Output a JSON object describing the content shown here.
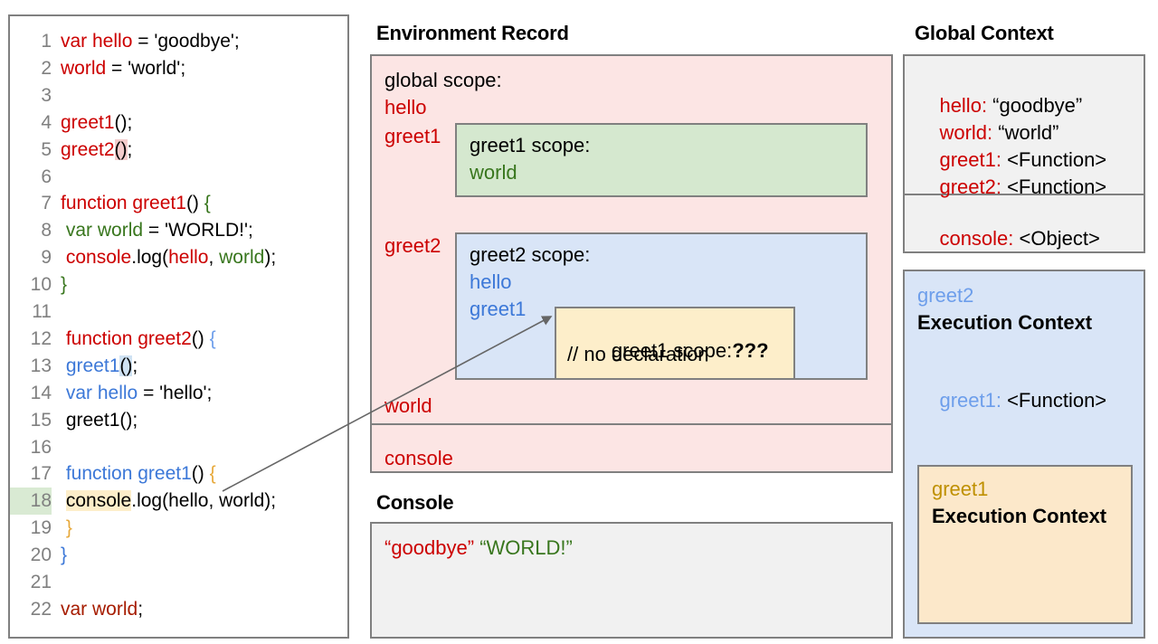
{
  "code_panel": {
    "lines": [
      {
        "n": "1",
        "tokens": [
          {
            "t": "var hello",
            "c": "red"
          },
          {
            "t": " = 'goodbye';",
            "c": "black"
          }
        ]
      },
      {
        "n": "2",
        "tokens": [
          {
            "t": "world",
            "c": "red"
          },
          {
            "t": " = 'world';",
            "c": "black"
          }
        ]
      },
      {
        "n": "3",
        "tokens": []
      },
      {
        "n": "4",
        "tokens": [
          {
            "t": "greet1",
            "c": "red"
          },
          {
            "t": "();",
            "c": "black"
          }
        ]
      },
      {
        "n": "5",
        "tokens": [
          {
            "t": "greet2",
            "c": "red"
          },
          {
            "t": "()",
            "c": "black",
            "hl": "pink"
          },
          {
            "t": ";",
            "c": "black"
          }
        ]
      },
      {
        "n": "6",
        "tokens": []
      },
      {
        "n": "7",
        "tokens": [
          {
            "t": "function greet1",
            "c": "red"
          },
          {
            "t": "() ",
            "c": "black"
          },
          {
            "t": "{",
            "c": "green"
          }
        ]
      },
      {
        "n": "8",
        "tokens": [
          {
            "t": " ",
            "c": "black"
          },
          {
            "t": "var world",
            "c": "green"
          },
          {
            "t": " = 'WORLD!';",
            "c": "black"
          }
        ]
      },
      {
        "n": "9",
        "tokens": [
          {
            "t": " ",
            "c": "black"
          },
          {
            "t": "console",
            "c": "red"
          },
          {
            "t": ".log(",
            "c": "black"
          },
          {
            "t": "hello",
            "c": "red"
          },
          {
            "t": ", ",
            "c": "black"
          },
          {
            "t": "world",
            "c": "green"
          },
          {
            "t": ");",
            "c": "black"
          }
        ]
      },
      {
        "n": "10",
        "tokens": [
          {
            "t": "}",
            "c": "green"
          }
        ]
      },
      {
        "n": "11",
        "tokens": []
      },
      {
        "n": "12",
        "tokens": [
          {
            "t": " function greet2",
            "c": "red"
          },
          {
            "t": "() ",
            "c": "black"
          },
          {
            "t": "{",
            "c": "lblue"
          }
        ]
      },
      {
        "n": "13",
        "tokens": [
          {
            "t": " ",
            "c": "black"
          },
          {
            "t": "greet1",
            "c": "blue"
          },
          {
            "t": "()",
            "c": "black",
            "hl": "blue"
          },
          {
            "t": ";",
            "c": "black"
          }
        ]
      },
      {
        "n": "14",
        "tokens": [
          {
            "t": " ",
            "c": "black"
          },
          {
            "t": "var hello",
            "c": "blue"
          },
          {
            "t": " = 'hello';",
            "c": "black"
          }
        ]
      },
      {
        "n": "15",
        "tokens": [
          {
            "t": " greet1();",
            "c": "black"
          }
        ]
      },
      {
        "n": "16",
        "tokens": []
      },
      {
        "n": "17",
        "tokens": [
          {
            "t": " ",
            "c": "black"
          },
          {
            "t": "function greet1",
            "c": "blue"
          },
          {
            "t": "() ",
            "c": "black"
          },
          {
            "t": "{",
            "c": "gold"
          }
        ]
      },
      {
        "n": "18",
        "tokens": [
          {
            "t": " ",
            "c": "black"
          },
          {
            "t": "console",
            "c": "black",
            "hl": "cream"
          },
          {
            "t": ".log(hello, world);",
            "c": "black"
          }
        ],
        "line_hl": "green"
      },
      {
        "n": "19",
        "tokens": [
          {
            "t": " ",
            "c": "black"
          },
          {
            "t": "}",
            "c": "gold"
          }
        ]
      },
      {
        "n": "20",
        "tokens": [
          {
            "t": "}",
            "c": "blue"
          }
        ]
      },
      {
        "n": "21",
        "tokens": []
      },
      {
        "n": "22",
        "tokens": [
          {
            "t": "var world",
            "c": "dred"
          },
          {
            "t": ";",
            "c": "black"
          }
        ]
      }
    ]
  },
  "environment_record": {
    "title": "Environment Record",
    "global_scope_label": "global scope:",
    "bindings": [
      "hello",
      "greet1",
      "greet2",
      "world"
    ],
    "console_binding": "console",
    "greet1_scope": {
      "header": "greet1 scope:",
      "vars": [
        "world"
      ]
    },
    "greet2_scope": {
      "header": "greet2 scope:",
      "vars": [
        "hello",
        "greet1"
      ]
    },
    "greet1_inner": {
      "header": "greet1 scope:",
      "marker": "???",
      "note": "// no declaration"
    }
  },
  "console": {
    "title": "Console",
    "output": [
      {
        "text": "“goodbye”",
        "color": "#cc0000"
      },
      {
        "text": "“WORLD!”",
        "color": "#38761d"
      }
    ]
  },
  "global_context": {
    "title": "Global Context",
    "entries": [
      {
        "key": "hello",
        "value": "“goodbye”"
      },
      {
        "key": "world",
        "value": "“world”"
      },
      {
        "key": "greet1",
        "value": "<Function>"
      },
      {
        "key": "greet2",
        "value": "<Function>"
      }
    ],
    "console_entry": {
      "key": "console",
      "value": "<Object>"
    }
  },
  "greet2_execution_context": {
    "name": "greet2",
    "heading": "Execution Context",
    "entry": {
      "key": "greet1",
      "value": "<Function>"
    }
  },
  "greet1_execution_context": {
    "name": "greet1",
    "heading": "Execution Context"
  },
  "colors": {
    "global_red": "#cc0000",
    "greet1_green": "#38761d",
    "greet2_blue": "#3c78d8",
    "inner_gold": "#bf9000",
    "pink_bg": "#fce5e4",
    "green_bg": "#d5e8cf",
    "blue_bg": "#d9e5f7",
    "cream_bg": "#fdeeca",
    "grey_bg": "#f1f1f1",
    "border": "#808080"
  }
}
